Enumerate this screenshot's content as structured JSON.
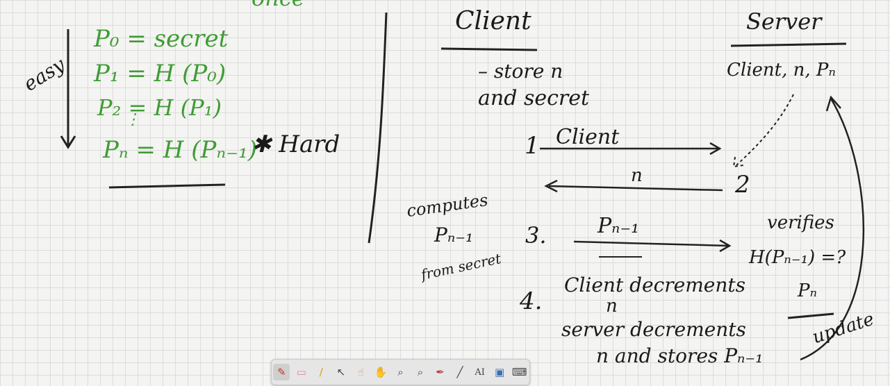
{
  "canvas": {
    "top_fragment": "once",
    "left_side": {
      "easy_label": "easy",
      "equations": [
        "P₀ = secret",
        "P₁ = H (P₀)",
        "P₂ = H (P₁)",
        "⋮",
        "Pₙ = H (Pₙ₋₁)"
      ],
      "hard_label": "✱ Hard"
    },
    "client": {
      "title": "Client",
      "note_line1": "– store n",
      "note_line2": "and secret",
      "computes": [
        "computes",
        "Pₙ₋₁",
        "from secret"
      ]
    },
    "server": {
      "title": "Server",
      "fields": "Client, n, Pₙ",
      "verifies": [
        "verifies",
        "H(Pₙ₋₁) =?",
        "Pₙ"
      ],
      "update": "update"
    },
    "steps": {
      "s1_num": "1",
      "s1_label": "Client",
      "s2_num": "2",
      "s2_label": "n",
      "s3_num": "3.",
      "s3_label": "Pₙ₋₁",
      "s4_num": "4.",
      "s4_lines": [
        "Client decrements",
        "n",
        "server decrements",
        "n and stores Pₙ₋₁"
      ]
    }
  },
  "toolbar": {
    "tools": [
      {
        "name": "pen-icon",
        "glyph": "✎",
        "active": true
      },
      {
        "name": "eraser-icon",
        "glyph": "▭"
      },
      {
        "name": "highlighter-icon",
        "glyph": "∕"
      },
      {
        "name": "pointer-icon",
        "glyph": "↖"
      },
      {
        "name": "hand-point-icon",
        "glyph": "☝"
      },
      {
        "name": "hand-pan-icon",
        "glyph": "✋"
      },
      {
        "name": "zoom-in-icon",
        "glyph": "⌕"
      },
      {
        "name": "zoom-out-icon",
        "glyph": "⌕"
      },
      {
        "name": "eyedropper-icon",
        "glyph": "✒"
      },
      {
        "name": "line-icon",
        "glyph": "╱"
      },
      {
        "name": "text-tool-icon",
        "glyph": "AI"
      },
      {
        "name": "image-icon",
        "glyph": "▣"
      },
      {
        "name": "keyboard-icon",
        "glyph": "⌨"
      }
    ]
  }
}
